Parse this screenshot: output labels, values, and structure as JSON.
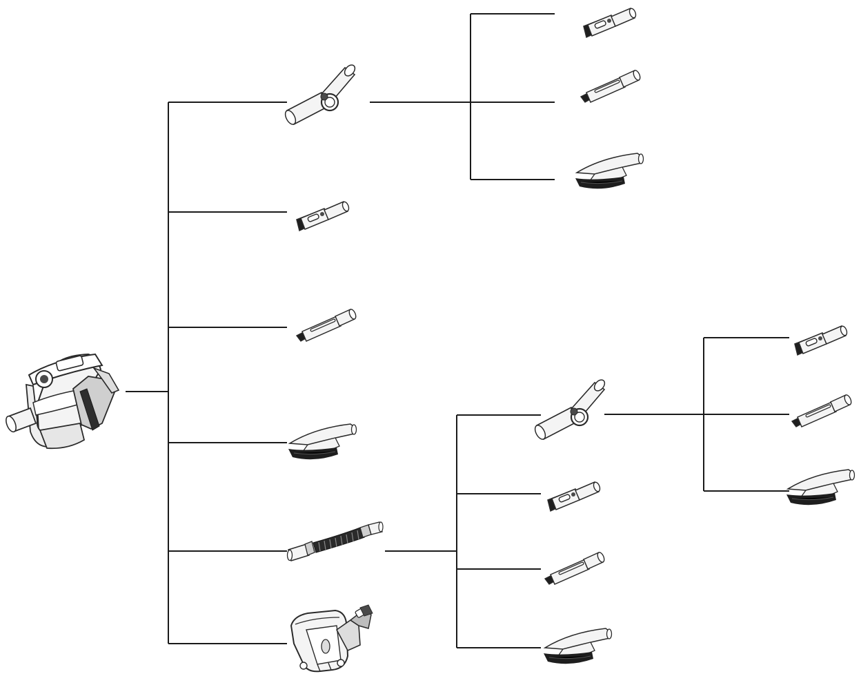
{
  "diagram": {
    "colors": {
      "line": "#1a1a1a",
      "outline": "#2a2a2a",
      "body_fill": "#f4f4f4",
      "bristle": "#1e1e1e",
      "accent_dark": "#4a4a4a"
    },
    "nodes": [
      {
        "id": "handheld-unit",
        "icon": "handheld-vacuum-icon"
      },
      {
        "id": "adapter-1",
        "icon": "swivel-adapter-icon"
      },
      {
        "id": "adapter-1-crevice-brush",
        "icon": "crevice-brush-tool-icon"
      },
      {
        "id": "adapter-1-crevice",
        "icon": "crevice-tool-icon"
      },
      {
        "id": "adapter-1-dusting-brush",
        "icon": "dusting-brush-icon"
      },
      {
        "id": "crevice-brush",
        "icon": "crevice-brush-tool-icon"
      },
      {
        "id": "crevice",
        "icon": "crevice-tool-icon"
      },
      {
        "id": "dusting-brush",
        "icon": "dusting-brush-icon"
      },
      {
        "id": "extension-hose",
        "icon": "extension-hose-icon"
      },
      {
        "id": "hose-adapter",
        "icon": "swivel-adapter-icon"
      },
      {
        "id": "hose-adapter-crevice-brush",
        "icon": "crevice-brush-tool-icon"
      },
      {
        "id": "hose-adapter-crevice",
        "icon": "crevice-tool-icon"
      },
      {
        "id": "hose-adapter-dusting-brush",
        "icon": "dusting-brush-icon"
      },
      {
        "id": "hose-crevice-brush",
        "icon": "crevice-brush-tool-icon"
      },
      {
        "id": "hose-crevice",
        "icon": "crevice-tool-icon"
      },
      {
        "id": "hose-dusting-brush",
        "icon": "dusting-brush-icon"
      },
      {
        "id": "motorized-brush",
        "icon": "motorized-brush-head-icon"
      }
    ],
    "edges": [
      [
        "handheld-unit",
        "adapter-1"
      ],
      [
        "handheld-unit",
        "crevice-brush"
      ],
      [
        "handheld-unit",
        "crevice"
      ],
      [
        "handheld-unit",
        "dusting-brush"
      ],
      [
        "handheld-unit",
        "extension-hose"
      ],
      [
        "handheld-unit",
        "motorized-brush"
      ],
      [
        "adapter-1",
        "adapter-1-crevice-brush"
      ],
      [
        "adapter-1",
        "adapter-1-crevice"
      ],
      [
        "adapter-1",
        "adapter-1-dusting-brush"
      ],
      [
        "extension-hose",
        "hose-adapter"
      ],
      [
        "extension-hose",
        "hose-crevice-brush"
      ],
      [
        "extension-hose",
        "hose-crevice"
      ],
      [
        "extension-hose",
        "hose-dusting-brush"
      ],
      [
        "hose-adapter",
        "hose-adapter-crevice-brush"
      ],
      [
        "hose-adapter",
        "hose-adapter-crevice"
      ],
      [
        "hose-adapter",
        "hose-adapter-dusting-brush"
      ]
    ]
  }
}
